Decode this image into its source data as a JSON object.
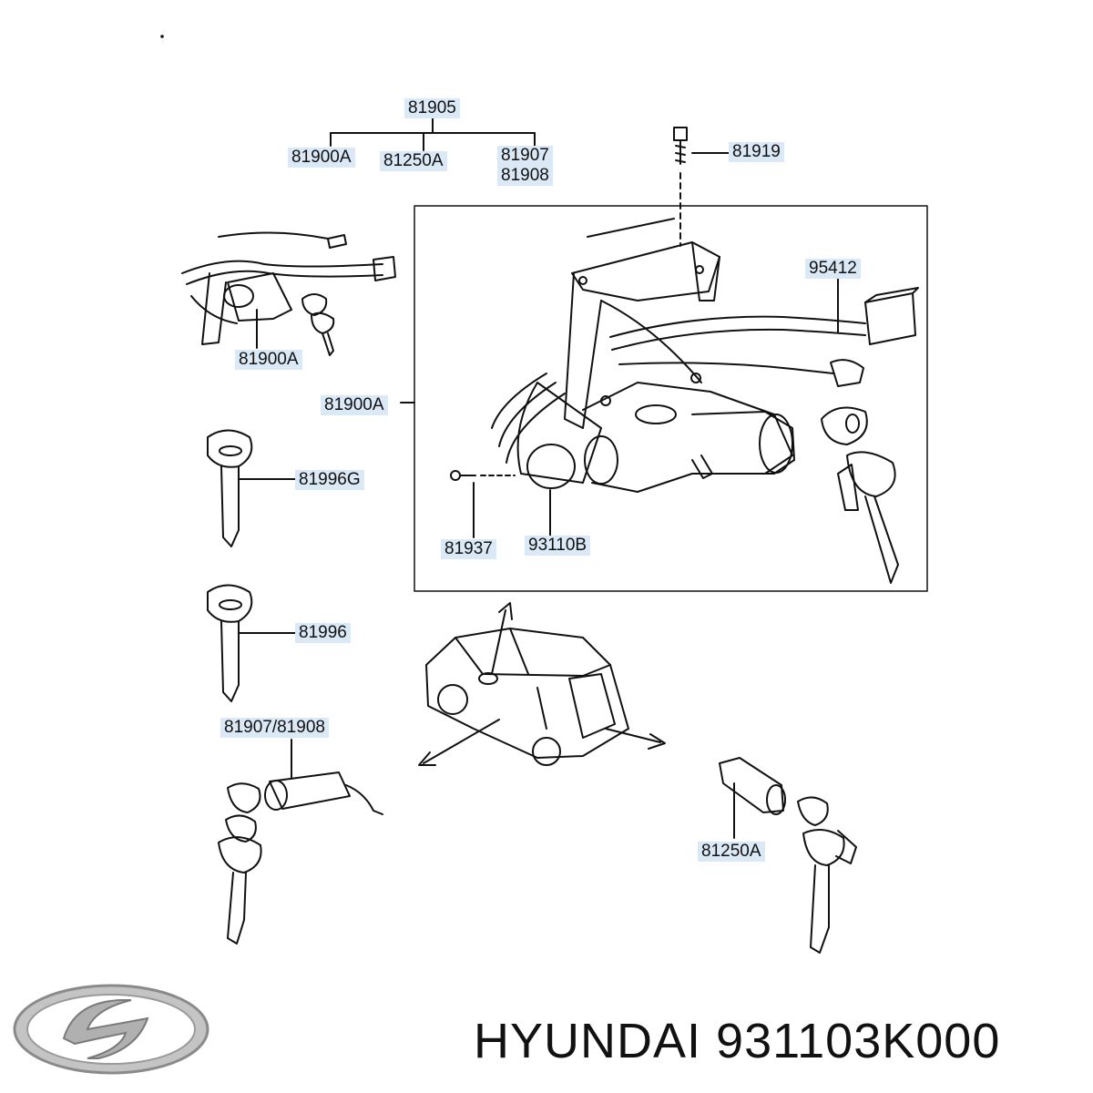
{
  "labels": {
    "kit_main": "81905",
    "kit_sub_1": "81900A",
    "kit_sub_2": "81250A",
    "kit_sub_3a": "81907",
    "kit_sub_3b": "81908",
    "bolt_top": "81919",
    "connector": "95412",
    "harness_assembly_small": "81900A",
    "lock_assembly_main": "81900A",
    "blank_key_1": "81996G",
    "blank_key_2": "81996",
    "door_cylinder": "81907/81908",
    "screw": "81937",
    "ignition_cylinder": "93110B",
    "tailgate_cylinder": "81250A"
  },
  "footer": {
    "brand": "HYUNDAI",
    "part_number": "931103K000"
  },
  "colors": {
    "label_bg": "#dbe8f5",
    "line": "#111111",
    "logo_fill": "#b8b8b8"
  }
}
